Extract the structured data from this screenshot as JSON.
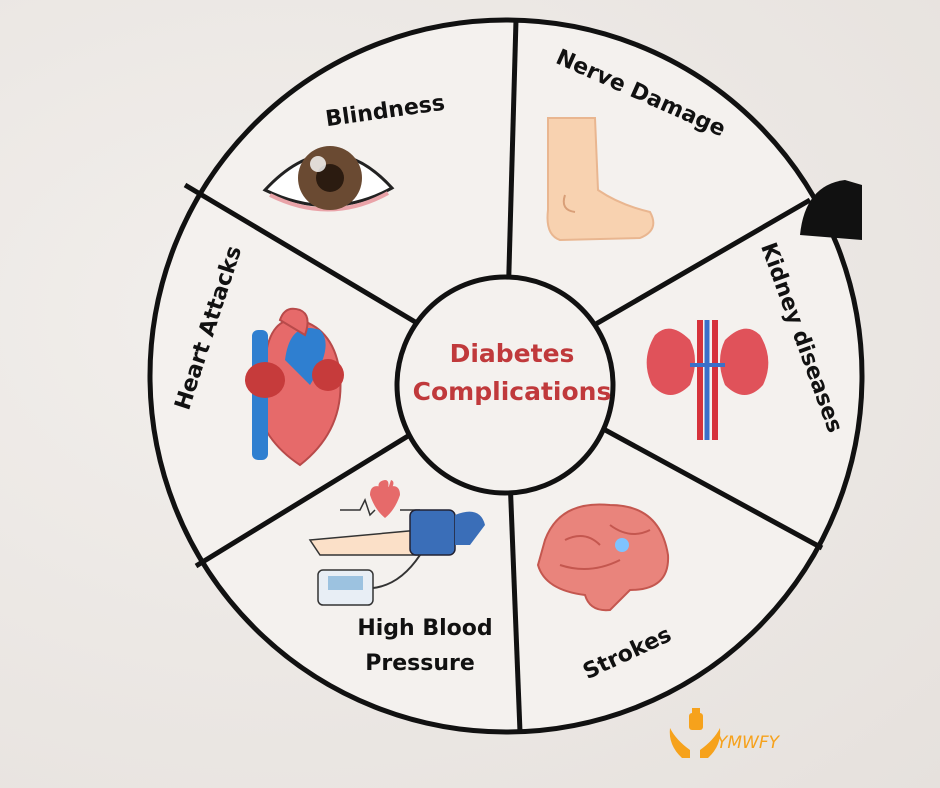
{
  "title": {
    "line1": "Diabetes",
    "line2": "Complications"
  },
  "segments": [
    {
      "label": "Blindness",
      "icon": "eye-icon"
    },
    {
      "label": "Nerve Damage",
      "icon": "foot-icon"
    },
    {
      "label": "Kidney diseases",
      "icon": "kidneys-icon"
    },
    {
      "label": "Strokes",
      "icon": "brain-icon"
    },
    {
      "label_line1": "High Blood",
      "label_line2": "Pressure",
      "icon": "blood-pressure-monitor-icon"
    },
    {
      "label": "Heart Attacks",
      "icon": "heart-icon"
    }
  ],
  "logo": {
    "text": "YMWFY"
  },
  "colors": {
    "accent": "#c0393b",
    "wheel": "#f4f1ee",
    "logo": "#f6a21c"
  }
}
